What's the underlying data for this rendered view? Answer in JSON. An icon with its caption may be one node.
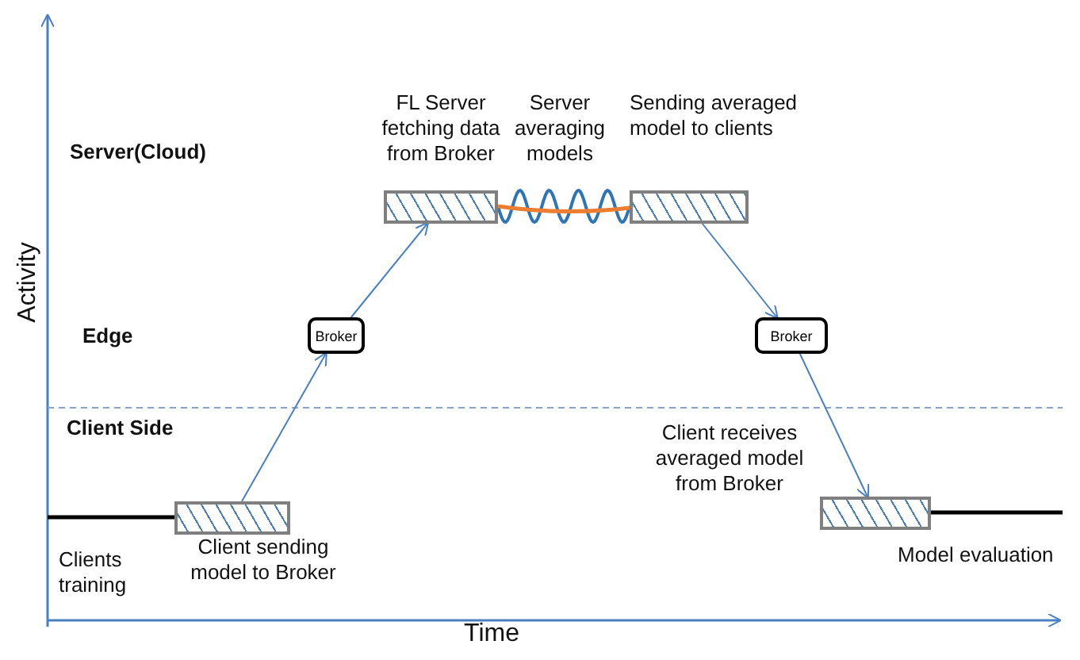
{
  "diagram": {
    "nodes": [
      {
        "text": [],
        "shape": "bar",
        "beside": [
          "Client sending model to Broker"
        ]
      },
      {
        "text": [
          "Broker"
        ]
      },
      {
        "text": [],
        "shape": "bar",
        "beside": [
          "FL Server fetching data from Broker"
        ]
      },
      {
        "text": [],
        "shape": "bar",
        "beside": [
          "Sending averaged model to clients"
        ]
      },
      {
        "text": [
          "Broker"
        ]
      },
      {
        "text": [],
        "shape": "bar",
        "beside": [
          "Client receives averaged model from Broker"
        ]
      }
    ],
    "edges": [
      {
        "from": 0,
        "to": 1,
        "arrow": "to"
      },
      {
        "from": 1,
        "to": 2,
        "arrow": "to"
      },
      {
        "from": 3,
        "to": 4,
        "arrow": "to"
      },
      {
        "from": 4,
        "to": 5,
        "arrow": "to"
      }
    ],
    "labels": [
      "Activity",
      "Server(Cloud)",
      "Server averaging models",
      "Edge",
      "Client Side",
      "Clients training",
      "Model evaluation",
      "Time"
    ]
  }
}
